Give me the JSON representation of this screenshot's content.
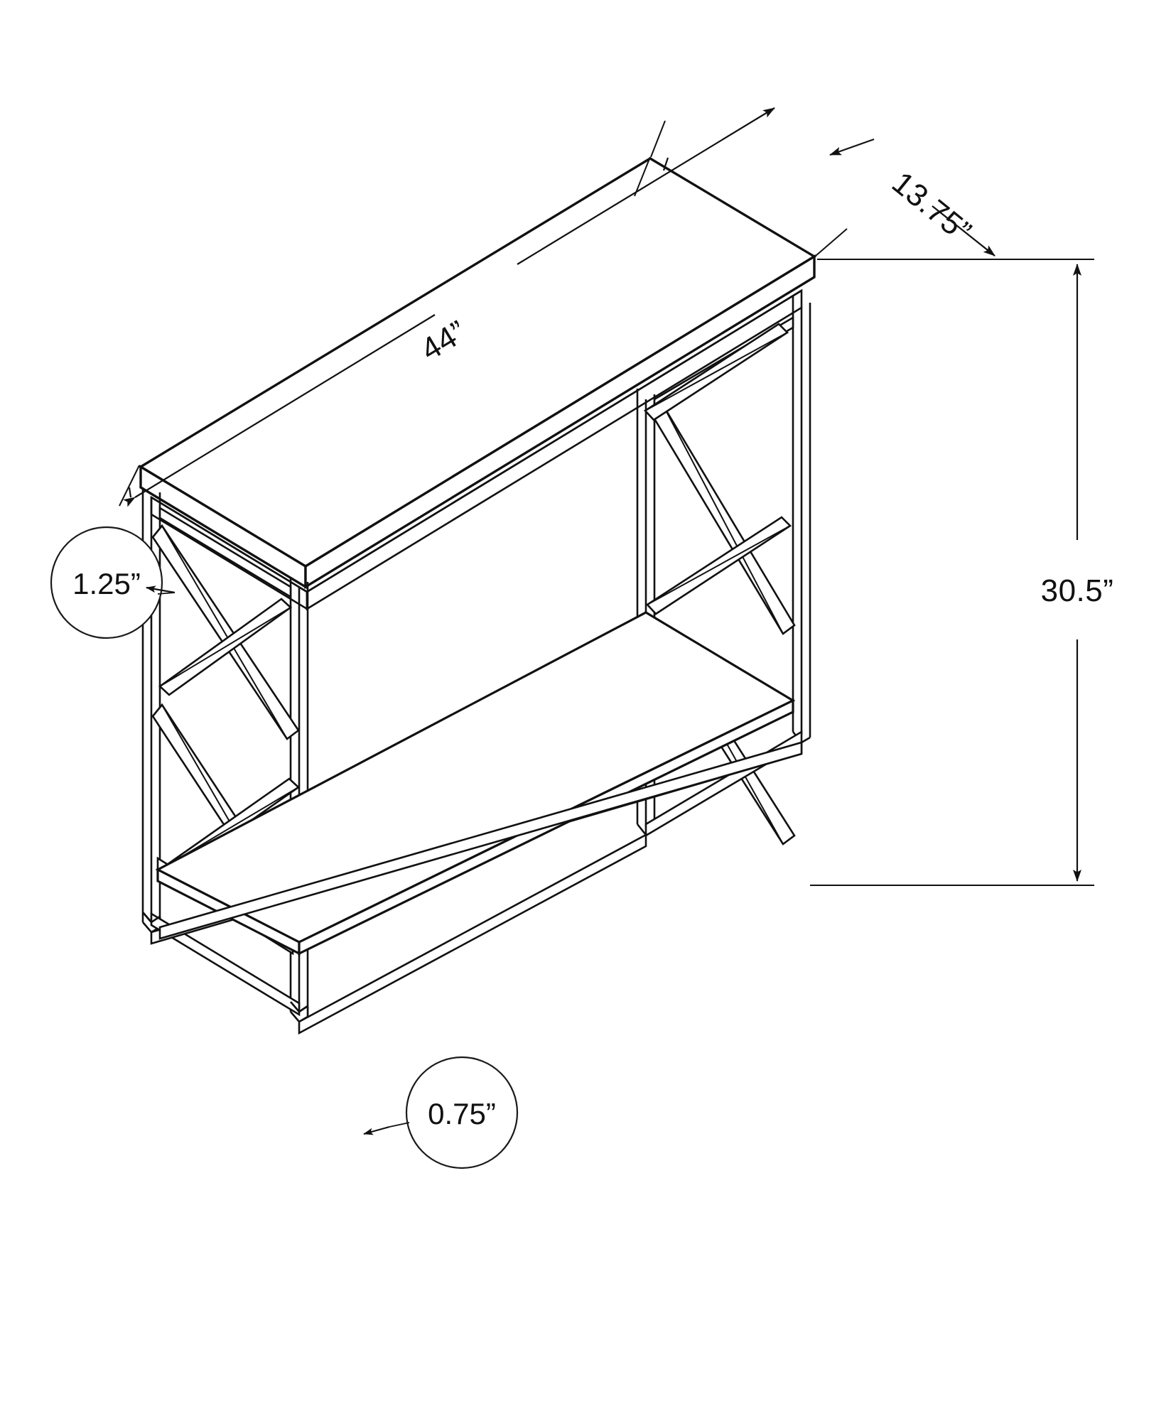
{
  "drawing": {
    "title": "Console Table Dimensioned Isometric Drawing",
    "background_color": "#ffffff",
    "line_color": "#111111",
    "product": "console-accent-table-with-x-brace-metal-frame",
    "units": "inches"
  },
  "dimensions": {
    "length": {
      "id": "length",
      "label": "44”",
      "value": 44,
      "unit": "in",
      "placement": "top-left-edge",
      "style": "double-arrow-leader"
    },
    "depth": {
      "id": "depth",
      "label": "13.75”",
      "value": 13.75,
      "unit": "in",
      "placement": "top-right-edge",
      "style": "double-arrow-leader"
    },
    "height": {
      "id": "height",
      "label": "30.5”",
      "value": 30.5,
      "unit": "in",
      "placement": "right-side-vertical",
      "style": "double-arrow-vertical"
    },
    "top_thickness": {
      "id": "top-thickness",
      "label": "1.25”",
      "value": 1.25,
      "unit": "in",
      "placement": "left-front-corner-callout",
      "style": "circled-balloon-with-leader"
    },
    "frame_width": {
      "id": "frame-width",
      "label": "0.75”",
      "value": 0.75,
      "unit": "in",
      "placement": "front-left-leg-callout",
      "style": "circled-balloon-with-leader"
    }
  },
  "parts": {
    "tabletop": "tabletop-panel",
    "bottom_shelf": "bottom-shelf-panel",
    "legs": "four-square-legs",
    "end_bracing": "x-brace-end-panels"
  }
}
